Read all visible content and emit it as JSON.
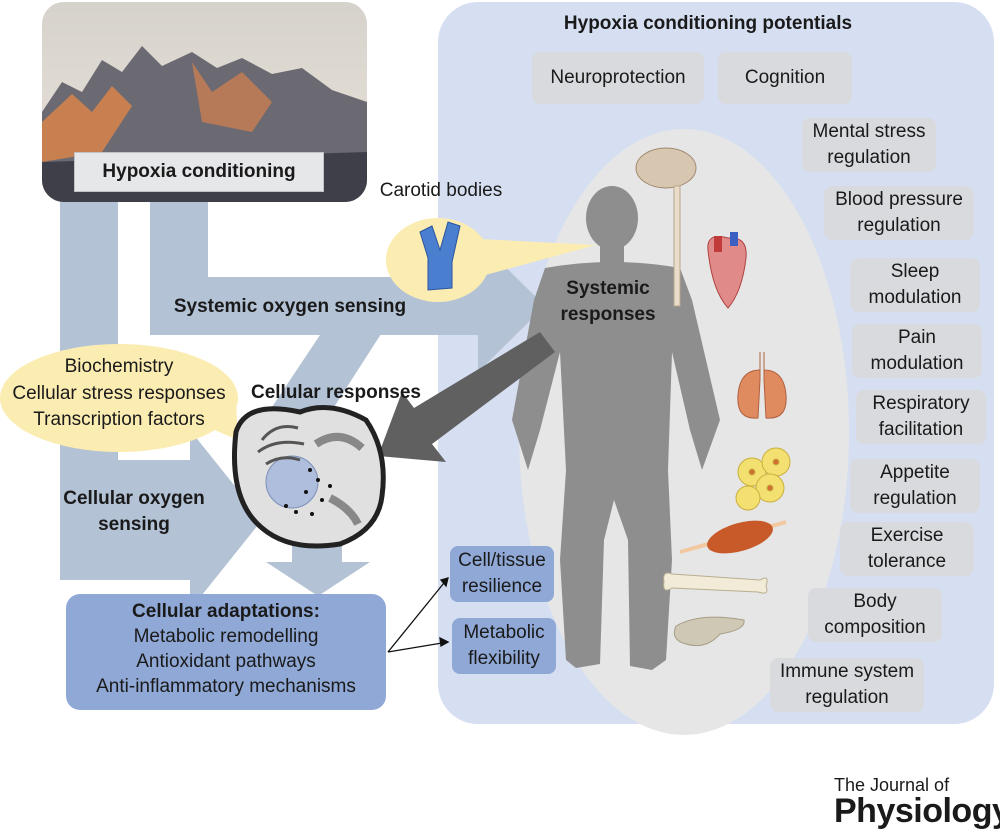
{
  "hypoxia_conditioning": "Hypoxia conditioning",
  "potentials": {
    "title": "Hypoxia conditioning potentials",
    "items": [
      "Neuroprotection",
      "Cognition",
      [
        "Mental stress",
        "regulation"
      ],
      [
        "Blood pressure",
        "regulation"
      ],
      [
        "Sleep",
        "modulation"
      ],
      [
        "Pain",
        "modulation"
      ],
      [
        "Respiratory",
        "facilitation"
      ],
      [
        "Appetite",
        "regulation"
      ],
      [
        "Exercise",
        "tolerance"
      ],
      [
        "Body",
        "composition"
      ],
      [
        "Immune system",
        "regulation"
      ]
    ]
  },
  "carotid_bodies": "Carotid bodies",
  "systemic_oxygen_sensing": "Systemic oxygen sensing",
  "systemic_responses": [
    "Systemic",
    "responses"
  ],
  "bubble_text": [
    "Biochemistry",
    "Cellular stress responses",
    "Transcription factors"
  ],
  "cellular_responses": "Cellular responses",
  "cellular_oxygen_sensing": [
    "Cellular oxygen",
    "sensing"
  ],
  "adaptations": {
    "title": "Cellular adaptations:",
    "items": [
      "Metabolic remodelling",
      "Antioxidant pathways",
      "Anti-inflammatory mechanisms"
    ]
  },
  "outcomes": [
    [
      "Cell/tissue",
      "resilience"
    ],
    [
      "Metabolic",
      "flexibility"
    ]
  ],
  "journal": {
    "line1": "The Journal of",
    "line2": "Physiology"
  },
  "colors": {
    "arrow": "#b3c2d5",
    "panel": "#d6dff1",
    "ellipse": "#e6e6e6",
    "bubble": "#fbecb2",
    "box": "#8fa8d6",
    "body": "#8e8e8e"
  }
}
